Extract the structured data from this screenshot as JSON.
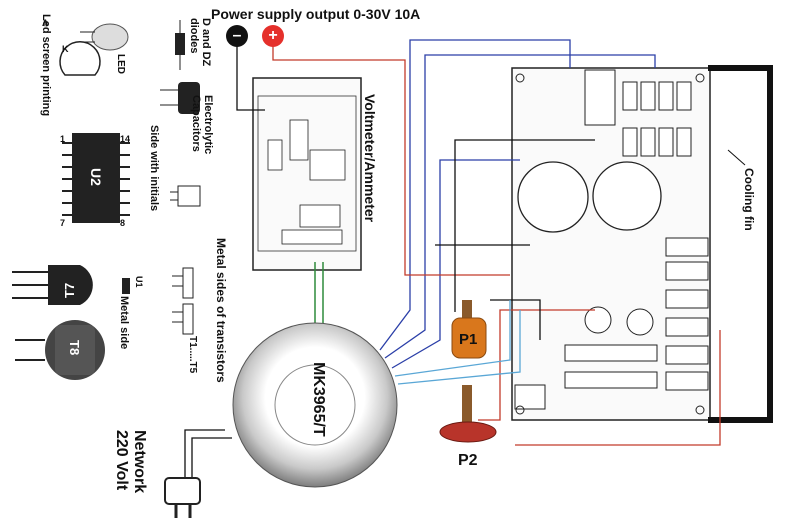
{
  "title": "Power supply output 0-30V 10A",
  "labels": {
    "led": "LED",
    "led_screen": "Led screen printing",
    "diodes": "D and DZ diodes",
    "cap": "Electrolytic Capacitors",
    "side_initials": "Side with initials",
    "u2": "U2",
    "t7": "T7",
    "t8": "T8",
    "u1": "U1",
    "metal_side": "Metal side",
    "metal_sides_transistors": "Metal sides of transistors",
    "t1_t5": "T1.....T5",
    "voltmeter": "Voltmeter/Ammeter",
    "transformer": "MK3965/T",
    "cooling": "Cooling fin",
    "p1": "P1",
    "p2": "P2",
    "network": "Network",
    "network_volt": "220 Volt",
    "pin_a": "A",
    "pin_k": "K",
    "pin_14": "14",
    "pin_1": "1",
    "pin_7": "7",
    "pin_8": "8",
    "minus": "–",
    "plus": "+"
  },
  "colors": {
    "wire_blue": "#2b3fa8",
    "wire_red": "#c23b2b",
    "wire_green": "#2e8b3a",
    "wire_black": "#111111",
    "wire_lightblue": "#5aa7d6",
    "pot_orange": "#d9771c",
    "pot_red": "#b8342a"
  }
}
